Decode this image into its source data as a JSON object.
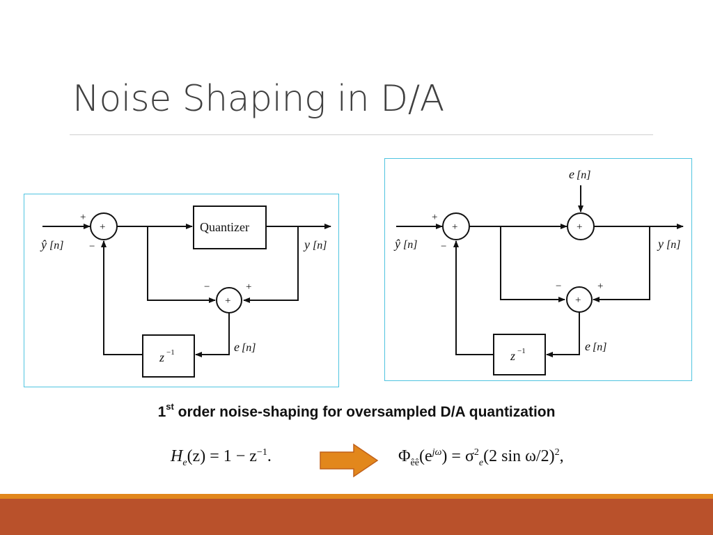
{
  "slide": {
    "title": "Noise Shaping in D/A",
    "caption_prefix": "1",
    "caption_sup": "st",
    "caption_rest": " order noise-shaping for oversampled D/A quantization"
  },
  "diagram_left": {
    "plus_sign": "+",
    "minus_sign": "−",
    "input_label_main": "ŷ",
    "input_label_index": "[n]",
    "output_label_main": "y",
    "output_label_index": "[n]",
    "quantizer_label": "Quantizer",
    "error_label_main": "e",
    "error_label_index": "[n]",
    "delay_label_main": "z",
    "delay_label_exp": "−1"
  },
  "diagram_right": {
    "plus_sign": "+",
    "minus_sign": "−",
    "input_label_main": "ŷ",
    "input_label_index": "[n]",
    "output_label_main": "y",
    "output_label_index": "[n]",
    "noise_input_label_main": "e",
    "noise_input_label_index": "[n]",
    "error_label_main": "e",
    "error_label_index": "[n]",
    "delay_label_main": "z",
    "delay_label_exp": "−1"
  },
  "formulas": {
    "he_H": "H",
    "he_sub": "e",
    "he_rest": "(z) = 1 − z",
    "he_exp": "−1",
    "he_end": ".",
    "phi_lhs": "Φ",
    "phi_sub": "êê",
    "phi_arg": "(e",
    "phi_arg_exp": "jω",
    "phi_eq": ") = σ",
    "phi_sigma_exp": "2",
    "phi_sigma_sub": "e",
    "phi_rhs": "(2 sin ω/2)",
    "phi_rhs_exp": "2",
    "phi_end": ","
  },
  "colors": {
    "frame_border": "#4fc4e0",
    "arrow_fill": "#e2871c",
    "arrow_stroke": "#c0601a",
    "footer_band": "#b9512b",
    "footer_line": "#e2871c",
    "title_text": "#404040"
  }
}
